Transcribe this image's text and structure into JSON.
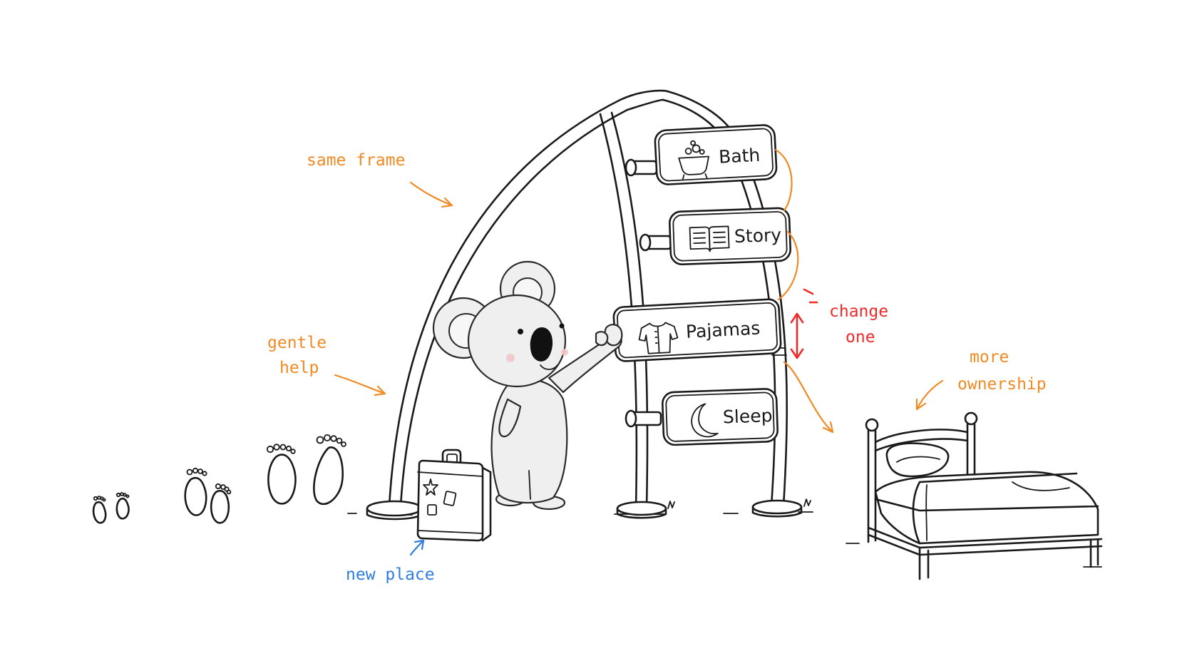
{
  "routine": {
    "steps": [
      {
        "label": "Bath",
        "icon": "bathtub-icon"
      },
      {
        "label": "Story",
        "icon": "book-icon"
      },
      {
        "label": "Pajamas",
        "icon": "pajamas-icon"
      },
      {
        "label": "Sleep",
        "icon": "moon-icon"
      }
    ]
  },
  "annotations": {
    "same_frame": "same frame",
    "gentle_help_1": "gentle",
    "gentle_help_2": "help",
    "change_one_1": "change",
    "change_one_2": "one",
    "more_ownership_1": "more",
    "more_ownership_2": "ownership",
    "new_place": "new place"
  },
  "colors": {
    "ink": "#1a1a1a",
    "orange_note": "#f08a24",
    "red_note": "#ee2b2b",
    "blue_note": "#2f7be0"
  }
}
